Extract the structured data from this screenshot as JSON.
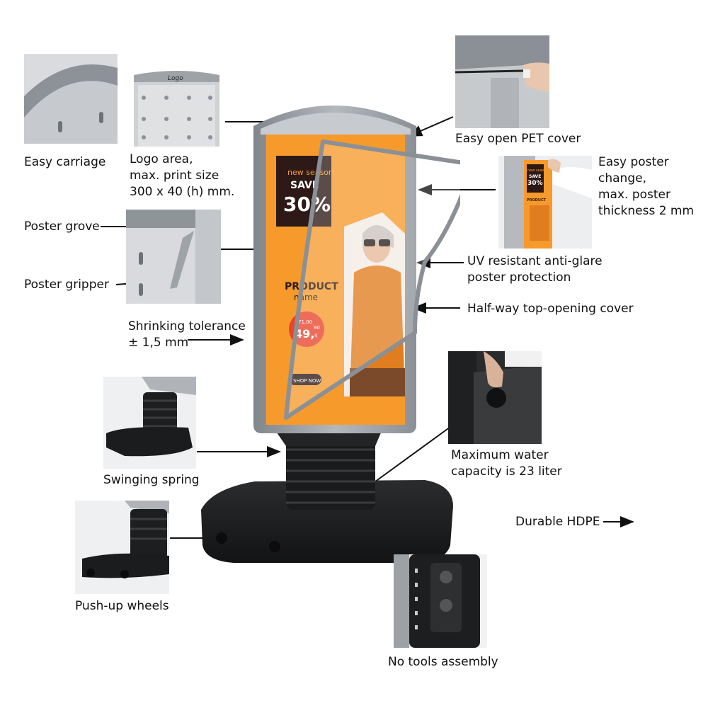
{
  "callouts": {
    "easy_carriage": "Easy carriage",
    "logo_area": [
      "Logo area,",
      "max. print size",
      "300 x 40 (h) mm."
    ],
    "logo_text": "Logo",
    "easy_open": "Easy open PET cover",
    "easy_poster_change": [
      "Easy poster",
      "change,",
      "max. poster",
      "thickness 2 mm"
    ],
    "poster_grove": "Poster grove",
    "poster_gripper": "Poster gripper",
    "uv_resistant": [
      "UV resistant anti-glare",
      "poster protection"
    ],
    "half_way": "Half-way top-opening cover",
    "shrinking": [
      "Shrinking tolerance",
      "± 1,5 mm"
    ],
    "water": [
      "Maximum water",
      "capacity is 23 liter"
    ],
    "swinging": "Swinging spring",
    "durable": "Durable HDPE",
    "wheels": "Push-up wheels",
    "no_tools": "No tools assembly"
  },
  "poster": {
    "new_season": "new season",
    "save": "SAVE",
    "percent": "30%",
    "product": "PRODUCT",
    "name": "name",
    "old_price": "71,00",
    "price": "49,",
    "cents": "90",
    "currency": "$",
    "shop_now": "SHOP NOW",
    "colors": {
      "orange": "#f79a2c",
      "dark": "#2d1a16",
      "frame": "#9aa0a6",
      "base": "#1e1f21",
      "price_red": "#e8452c"
    }
  },
  "mini_poster": {
    "new_season": "new season",
    "save": "SAVE",
    "percent": "30%",
    "product": "PRODUCT"
  }
}
